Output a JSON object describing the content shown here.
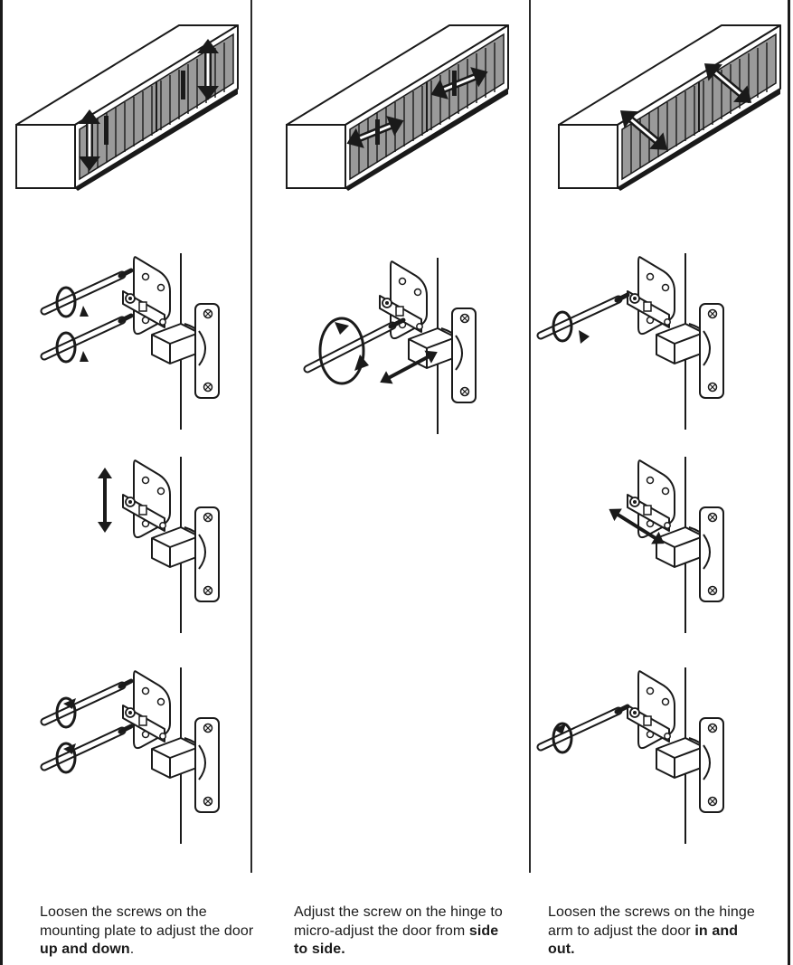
{
  "captions": [
    {
      "pre": "Loosen the screws on the mounting plate to adjust the door ",
      "bold": "up and down",
      "post": "."
    },
    {
      "pre": "Adjust the screw on the hinge to micro-adjust the door from ",
      "bold": "side to side.",
      "post": ""
    },
    {
      "pre": "Loosen the screws on the hinge arm to adjust the door ",
      "bold": "in and out.",
      "post": ""
    }
  ],
  "illustration": {
    "colors": {
      "line": "#1a1a1a",
      "door_fill": "#9a9a9a",
      "paper": "#ffffff"
    },
    "panels": [
      {
        "adjustment": "up-down",
        "steps": [
          "loosen-mounting-plate-screws",
          "move-door-vertical",
          "tighten-mounting-plate-screws"
        ]
      },
      {
        "adjustment": "side-to-side",
        "steps": [
          "turn-hinge-adjust-screw"
        ]
      },
      {
        "adjustment": "in-out",
        "steps": [
          "loosen-hinge-arm-screw",
          "move-door-depth",
          "tighten-hinge-arm-screw"
        ]
      }
    ]
  }
}
